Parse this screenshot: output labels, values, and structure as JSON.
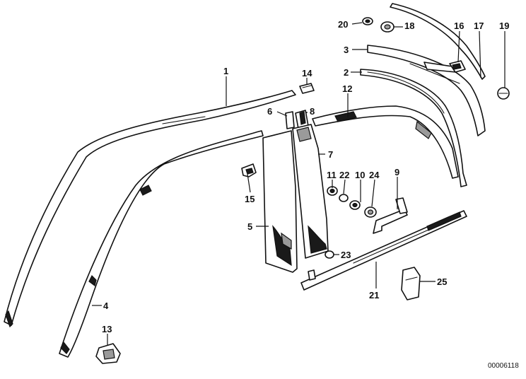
{
  "callouts": {
    "c1": "1",
    "c2": "2",
    "c3": "3",
    "c4": "4",
    "c5": "5",
    "c6": "6",
    "c7": "7",
    "c8": "8",
    "c9": "9",
    "c10": "10",
    "c11": "11",
    "c12": "12",
    "c13": "13",
    "c14": "14",
    "c15": "15",
    "c16": "16",
    "c17": "17",
    "c18": "18",
    "c19": "19",
    "c20": "20",
    "c21": "21",
    "c22": "22",
    "c23": "23",
    "c24": "24",
    "c25": "25"
  },
  "document_number": "00006118"
}
